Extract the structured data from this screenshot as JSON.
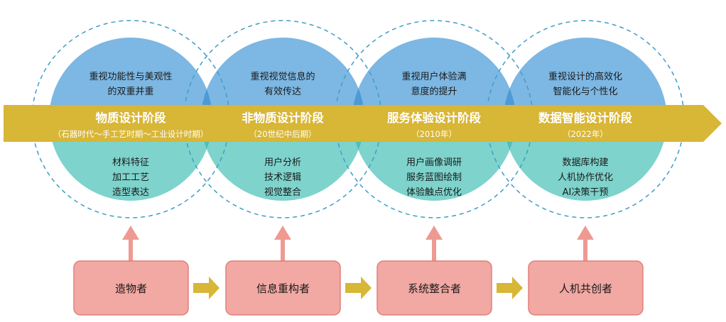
{
  "colors": {
    "top_circle": "#7db7e3",
    "bottom_circle": "#7ed3cc",
    "overlap_top": "#4d9ad6",
    "overlap_bottom": "#4fbfb8",
    "band": "#d8b636",
    "dashed_ring": "#3e9ec7",
    "role_box": "#f2a8a3",
    "role_box_border": "#e0807a",
    "up_arrow": "#ee9a93",
    "right_arrow": "#d8b636"
  },
  "stages": [
    {
      "title": "物质设计阶段",
      "period": "（石器时代～手工艺时期～工业设计时期）",
      "top_lines": [
        "重视功能性与美观性",
        "的双重并重"
      ],
      "bottom_lines": [
        "材料特征",
        "加工工艺",
        "造型表达"
      ],
      "role": "造物者"
    },
    {
      "title": "非物质设计阶段",
      "period": "（20世纪中后期）",
      "top_lines": [
        "重视视觉信息的",
        "有效传达"
      ],
      "bottom_lines": [
        "用户分析",
        "技术逻辑",
        "视觉整合"
      ],
      "role": "信息重构者"
    },
    {
      "title": "服务体验设计阶段",
      "period": "（2010年）",
      "top_lines": [
        "重视用户体验满",
        "意度的提升"
      ],
      "bottom_lines": [
        "用户画像调研",
        "服务蓝图绘制",
        "体验触点优化"
      ],
      "role": "系统整合者"
    },
    {
      "title": "数据智能设计阶段",
      "period": "（2022年）",
      "top_lines": [
        "重视设计的高效化",
        "智能化与个性化"
      ],
      "bottom_lines": [
        "数据库构建",
        "人机协作优化",
        "AI决策干预"
      ],
      "role": "人机共创者"
    }
  ]
}
